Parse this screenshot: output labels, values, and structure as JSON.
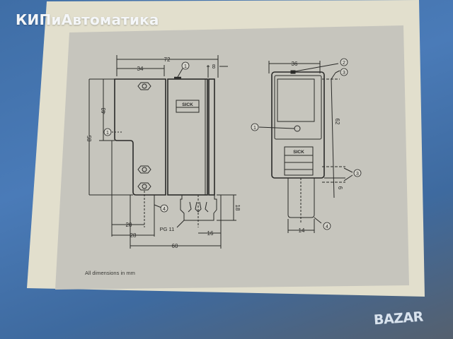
{
  "watermark": {
    "site": "КИПиАвтоматика",
    "marketplace": "BAZAR"
  },
  "document": {
    "caption": "All dimensions in mm",
    "colors": {
      "background": "#4a7bb8",
      "paper": "#e3e0cf",
      "panel": "#c9c8c0",
      "ink": "#2a2a28"
    }
  },
  "side_view": {
    "dims": {
      "total_width": "72",
      "bracket_width": "34",
      "rear_lip": "8",
      "total_height": "85",
      "bracket_height": "48",
      "hole_offset_20": "20",
      "edge_offset_28": "28",
      "connector_offset_16": "16",
      "bottom_span_60": "60",
      "connector_height_18": "18"
    },
    "labels": {
      "pg": "PG 11",
      "brand": "SICK",
      "callout_1": "1",
      "callout_1b": "1",
      "callout_4": "4"
    }
  },
  "front_view": {
    "dims": {
      "width": "36",
      "lens_height": "62",
      "gap_6": "6",
      "connector_width": "14"
    },
    "labels": {
      "brand": "SICK",
      "callout_1": "1",
      "callout_2": "2",
      "callout_3": "3",
      "callout_3b": "3",
      "callout_4": "4"
    }
  }
}
